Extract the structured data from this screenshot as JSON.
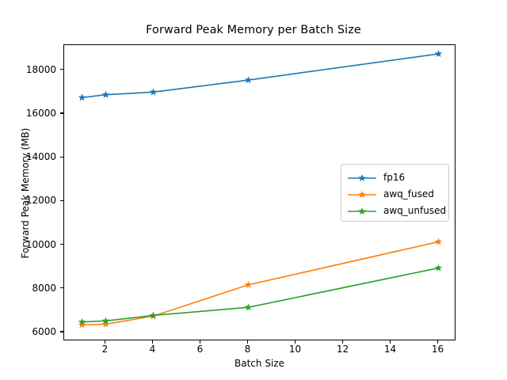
{
  "chart_data": {
    "type": "line",
    "title": "Forward Peak Memory per Batch Size",
    "xlabel": "Batch Size",
    "ylabel": "Forward Peak Memory (MB)",
    "x": [
      1,
      2,
      4,
      8,
      16
    ],
    "xlim": [
      0.25,
      16.75
    ],
    "ylim": [
      5600,
      19150
    ],
    "xticks": [
      2,
      4,
      6,
      8,
      10,
      12,
      14,
      16
    ],
    "xtick_labels": [
      "2",
      "4",
      "6",
      "8",
      "10",
      "12",
      "14",
      "16"
    ],
    "yticks": [
      6000,
      8000,
      10000,
      12000,
      14000,
      16000,
      18000
    ],
    "ytick_labels": [
      "6000",
      "8000",
      "10000",
      "12000",
      "14000",
      "16000",
      "18000"
    ],
    "grid": false,
    "legend_position": "center right",
    "marker": "star",
    "series": [
      {
        "name": "fp16",
        "color": "#1f77b4",
        "values": [
          16750,
          16880,
          17000,
          17550,
          18750
        ]
      },
      {
        "name": "awq_fused",
        "color": "#ff7f0e",
        "values": [
          6350,
          6380,
          6750,
          8180,
          10150
        ]
      },
      {
        "name": "awq_unfused",
        "color": "#2ca02c",
        "values": [
          6480,
          6530,
          6780,
          7150,
          8950
        ]
      }
    ]
  }
}
